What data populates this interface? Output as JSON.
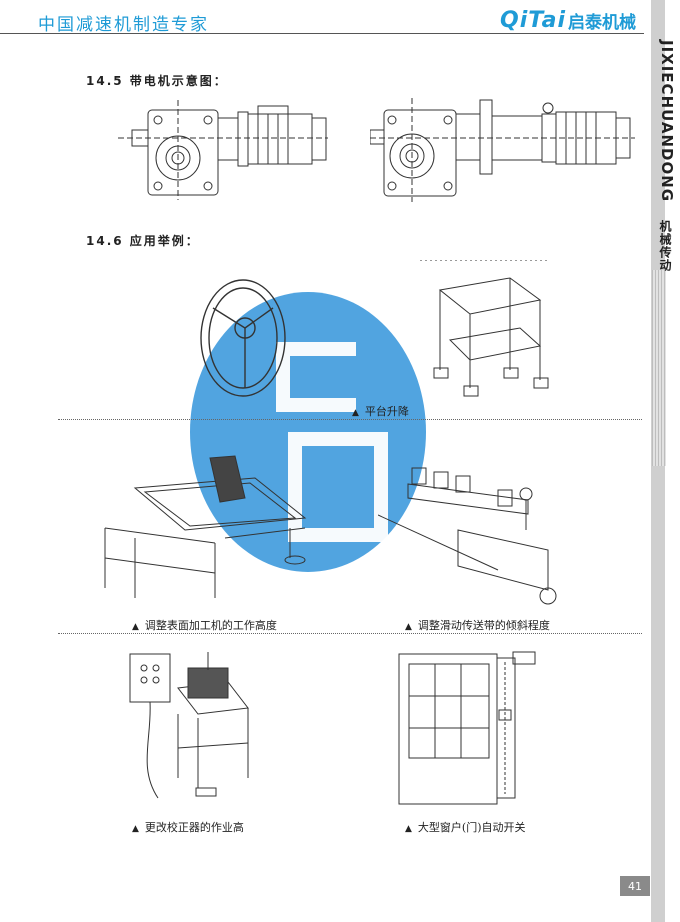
{
  "header": {
    "slogan": "中国减速机制造专家",
    "brand_latin": "QiTai",
    "brand_cn": "启泰机械",
    "brand_color": "#1f9bd6"
  },
  "sidebar": {
    "english": "JIXIECHUANDONG",
    "chinese": "机械传动"
  },
  "sections": {
    "s145": "14.5 带电机示意图：",
    "s146": "14.6 应用举例："
  },
  "captions": {
    "platform": "平台升降",
    "surface": "调整表面加工机的工作高度",
    "conveyor": "调整滑动传送带的倾斜程度",
    "calibrator": "更改校正器的作业高",
    "window": "大型窗户(门)自动开关"
  },
  "page": {
    "number": "41"
  },
  "icons": {
    "caption_marker": "triangle-up-icon",
    "watermark": "qitai-logo-watermark"
  }
}
